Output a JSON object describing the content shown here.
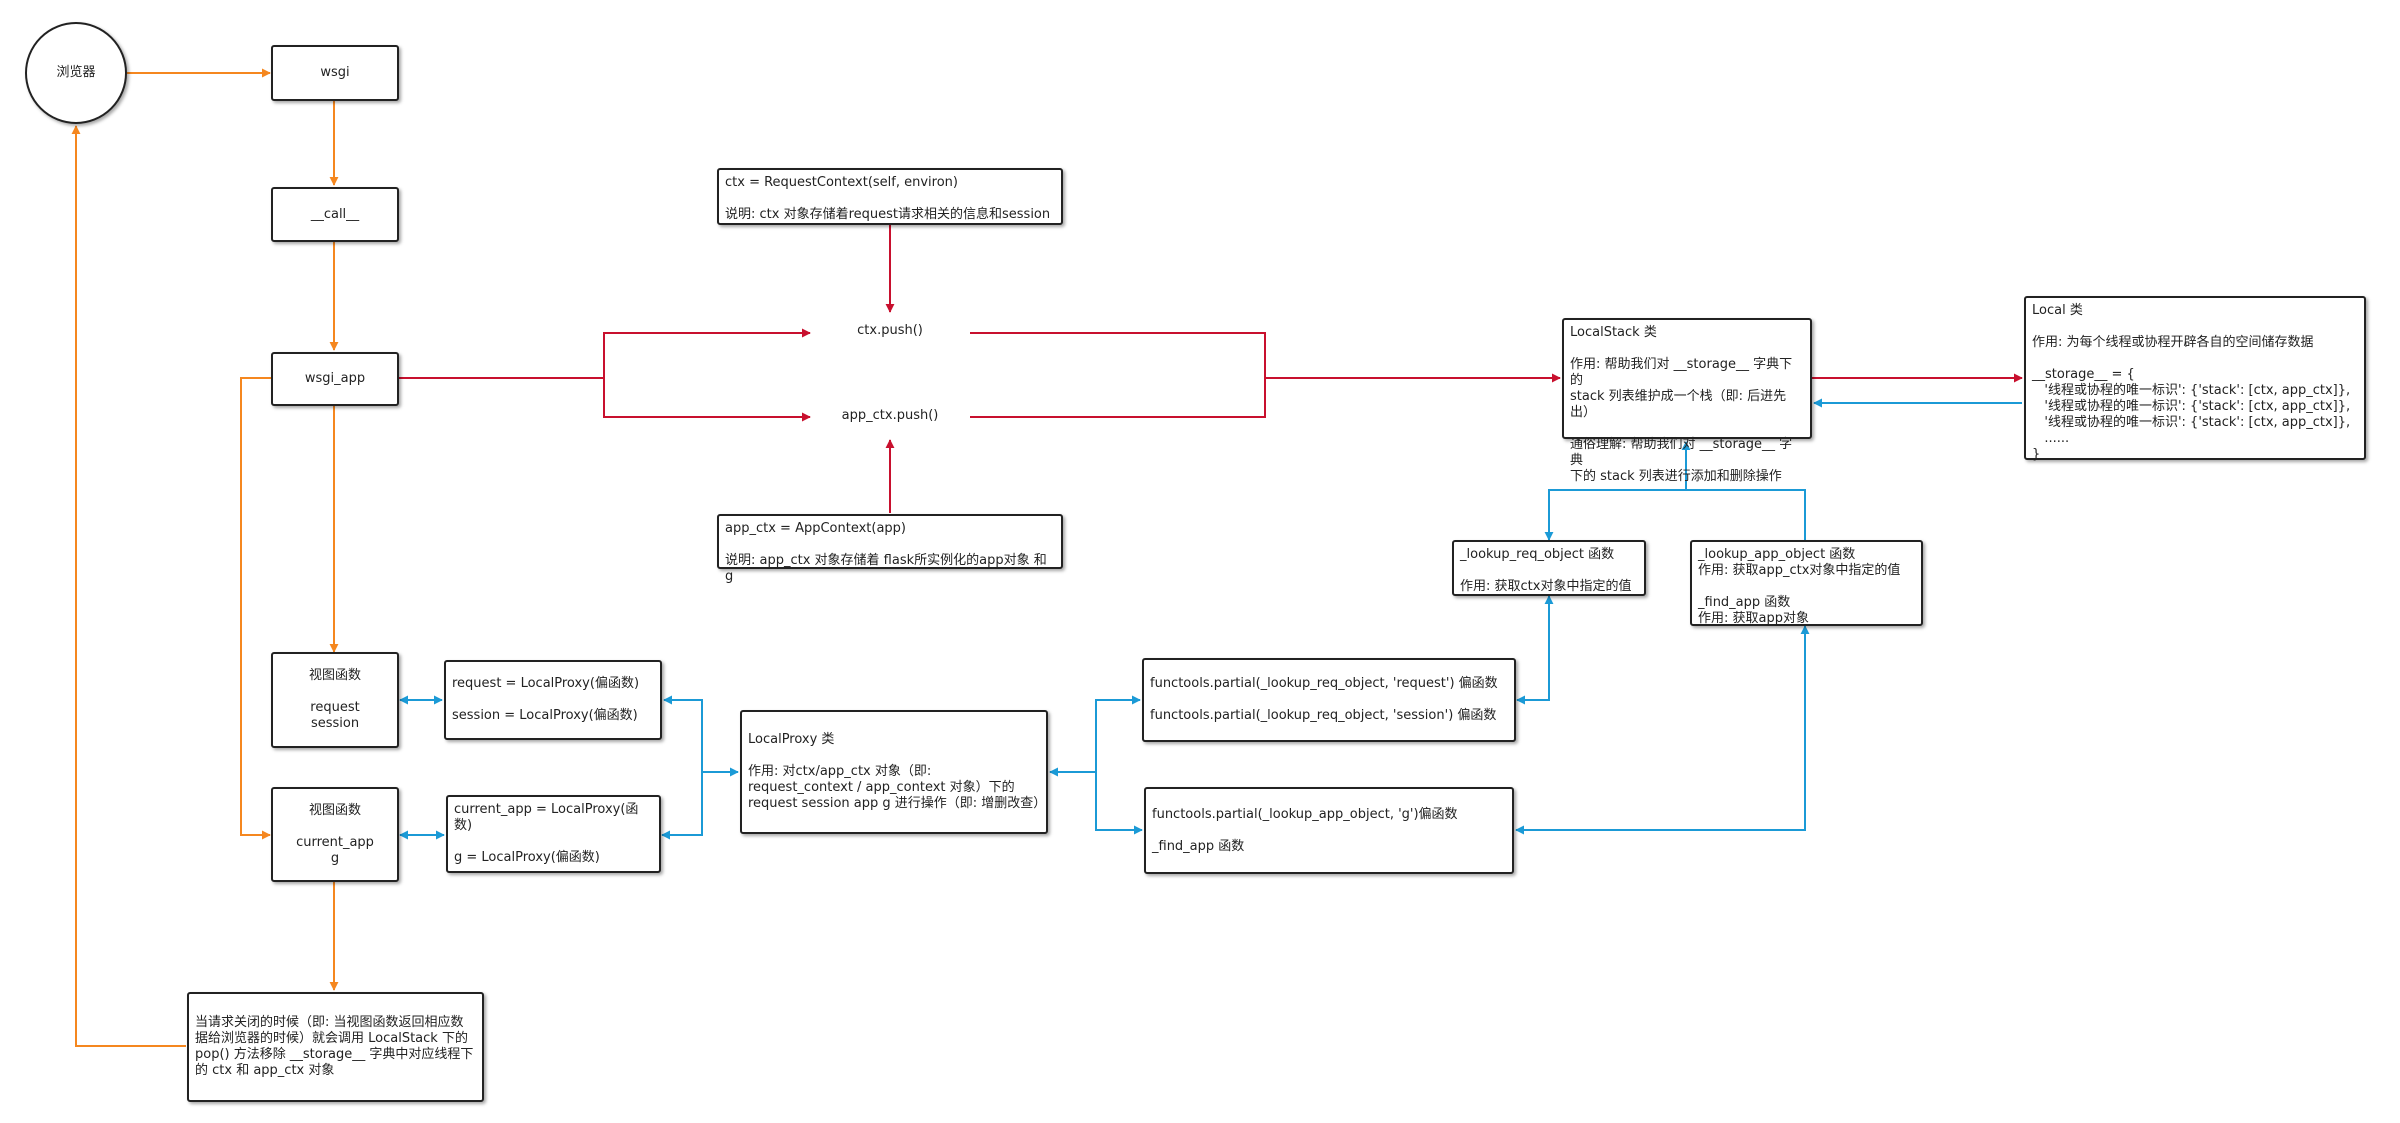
{
  "nodes": {
    "browser": "浏览器",
    "wsgi": "wsgi",
    "call": "__call__",
    "wsgi_app": "wsgi_app",
    "ctx_push": "ctx.push()",
    "app_ctx_push": "app_ctx.push()",
    "ctx_def": {
      "line1": "ctx = RequestContext(self, environ)",
      "line2": "说明: ctx 对象存储着request请求相关的信息和session"
    },
    "app_ctx_def": {
      "line1": "app_ctx = AppContext(app)",
      "line2": "说明: app_ctx 对象存储着 flask所实例化的app对象 和 g"
    },
    "localstack": {
      "title": "LocalStack 类",
      "line1": "作用: 帮助我们对 __storage__ 字典下的",
      "line2": "stack 列表维护成一个栈（即: 后进先出）",
      "line3": "通俗理解: 帮助我们对 __storage__ 字典",
      "line4": "下的 stack 列表进行添加和删除操作"
    },
    "local": {
      "title": "Local 类",
      "desc": "作用: 为每个线程或协程开辟各自的空间储存数据",
      "storage_open": "__storage__ = {",
      "entry1": "   '线程或协程的唯一标识': {'stack': [ctx, app_ctx]},",
      "entry2": "   '线程或协程的唯一标识': {'stack': [ctx, app_ctx]},",
      "entry3": "   '线程或协程的唯一标识': {'stack': [ctx, app_ctx]},",
      "ellipsis": "   ......",
      "storage_close": "}"
    },
    "lookup_req": {
      "title": "_lookup_req_object 函数",
      "desc": "作用: 获取ctx对象中指定的值"
    },
    "lookup_app": {
      "title": "_lookup_app_object 函数",
      "desc": "作用: 获取app_ctx对象中指定的值",
      "find_title": "_find_app 函数",
      "find_desc": "作用: 获取app对象"
    },
    "view1": {
      "title": "视图函数",
      "line1": "request",
      "line2": "session"
    },
    "view2": {
      "title": "视图函数",
      "line1": "current_app",
      "line2": "g"
    },
    "proxy_req": {
      "line1": "request = LocalProxy(偏函数)",
      "line2": "session = LocalProxy(偏函数)"
    },
    "proxy_app": {
      "line1": "current_app = LocalProxy(函数)",
      "line2": "g = LocalProxy(偏函数)"
    },
    "localproxy": {
      "title": "LocalProxy 类",
      "desc": "作用: 对ctx/app_ctx 对象（即:  request_context / app_context 对象）下的 request session app g 进行操作（即: 增删改查）"
    },
    "partial_req": {
      "line1": "functools.partial(_lookup_req_object, 'request') 偏函数",
      "line2": "functools.partial(_lookup_req_object, 'session') 偏函数"
    },
    "partial_app": {
      "line1": "functools.partial(_lookup_app_object, 'g')偏函数",
      "line2": "_find_app 函数"
    },
    "teardown": "当请求关闭的时候（即: 当视图函数返回相应数据给浏览器的时候）就会调用 LocalStack 下的 pop() 方法移除 __storage__ 字典中对应线程下的 ctx 和 app_ctx 对象"
  },
  "colors": {
    "orange": "#f5871f",
    "red": "#c8102e",
    "blue": "#1b9ad6",
    "border": "#222222"
  }
}
